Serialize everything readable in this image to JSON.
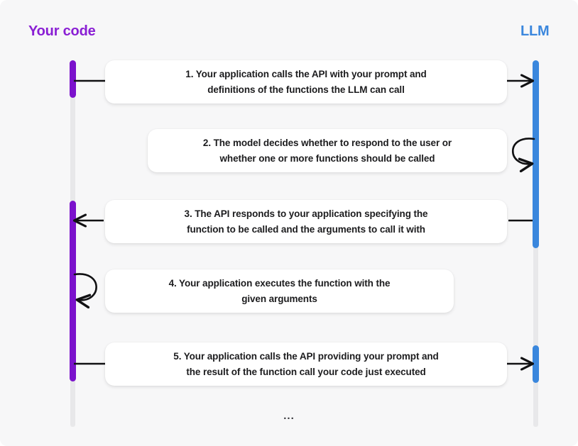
{
  "diagram": {
    "title_left": "Your code",
    "title_right": "LLM",
    "colors": {
      "left_accent": "#7b12cc",
      "right_accent": "#3a87dd",
      "background": "#f7f7f8",
      "box_background": "#ffffff",
      "text": "#1c1c1e",
      "lifeline_inactive": "#e8e8ea"
    },
    "ellipsis": "...",
    "steps": [
      {
        "number": "1",
        "text": "1. Your application calls the API with your prompt and\ndefinitions of the functions the LLM can call",
        "direction": "left-to-right",
        "from": "Your code",
        "to": "LLM"
      },
      {
        "number": "2",
        "text": "2. The model decides whether to respond to the user or\nwhether one or more functions should be called",
        "direction": "self-loop-right",
        "from": "LLM",
        "to": "LLM"
      },
      {
        "number": "3",
        "text": "3. The API responds to your application specifying the\nfunction to be called and the arguments to call it with",
        "direction": "right-to-left",
        "from": "LLM",
        "to": "Your code"
      },
      {
        "number": "4",
        "text": "4. Your application executes the function with the\ngiven  arguments",
        "direction": "self-loop-left",
        "from": "Your code",
        "to": "Your code"
      },
      {
        "number": "5",
        "text": "5. Your application calls the API providing your prompt and\nthe result of the function call your code just executed",
        "direction": "left-to-right",
        "from": "Your code",
        "to": "LLM"
      }
    ]
  }
}
